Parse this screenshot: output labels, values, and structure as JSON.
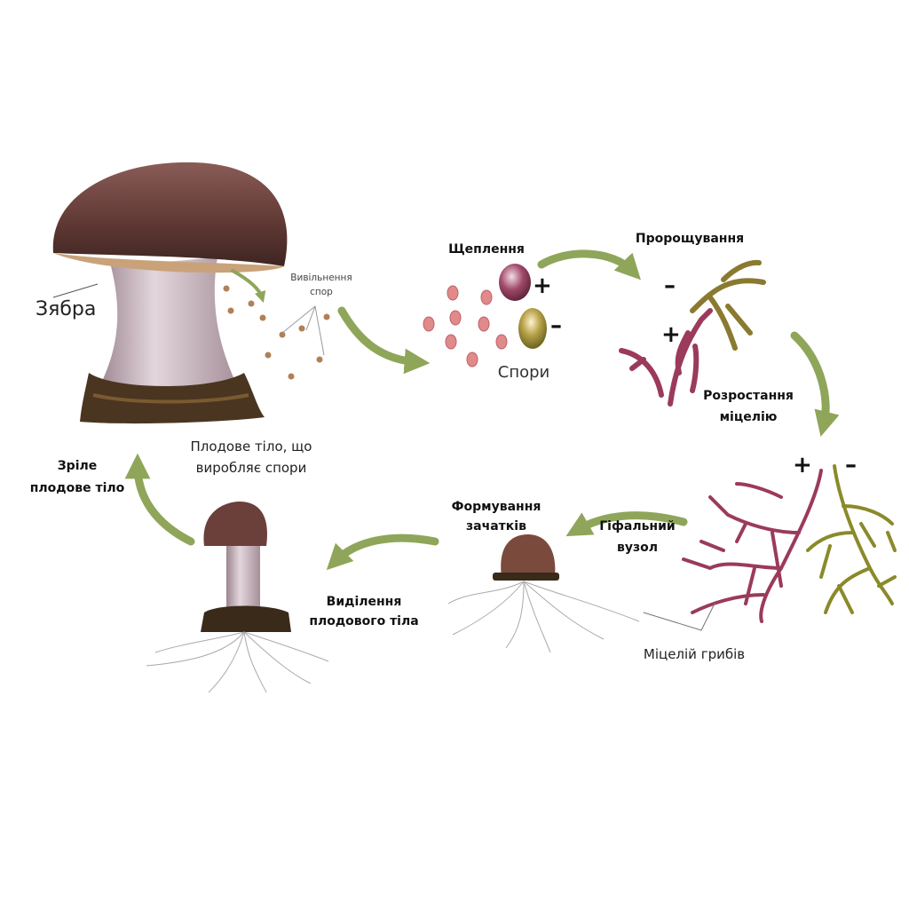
{
  "title": "Життєвий цикл шапинкового гриба",
  "labels": {
    "gills": "Зябра",
    "spore_release": [
      "Вивільнення",
      "спор"
    ],
    "plasmogamy": "Щеплення",
    "germination": "Пророщування",
    "spores": "Спори",
    "mycelium_growth": [
      "Розростання",
      "міцелію"
    ],
    "spore_body": [
      "Плодове тіло, що",
      "виробляє спори"
    ],
    "mature_body": [
      "Зріле",
      "плодове тіло"
    ],
    "primordia": [
      "Формування",
      "зачатків"
    ],
    "hyphal_knot": [
      "Гіфальний",
      "вузол"
    ],
    "fruiting": [
      "Виділення",
      "плодового тіла"
    ],
    "mycelium": "Міцелій грибів"
  },
  "signs": {
    "plus": "+",
    "minus": "–"
  },
  "colors": {
    "arrow": "#8fa65a",
    "cap": "#6b3f3a",
    "stem": "#d8c8cf",
    "volva": "#4a3520",
    "plus_strain": "#9b3a5c",
    "minus_strain": "#8a8a2a",
    "spore": "#e08a8a",
    "released_spore": "#b08058"
  }
}
